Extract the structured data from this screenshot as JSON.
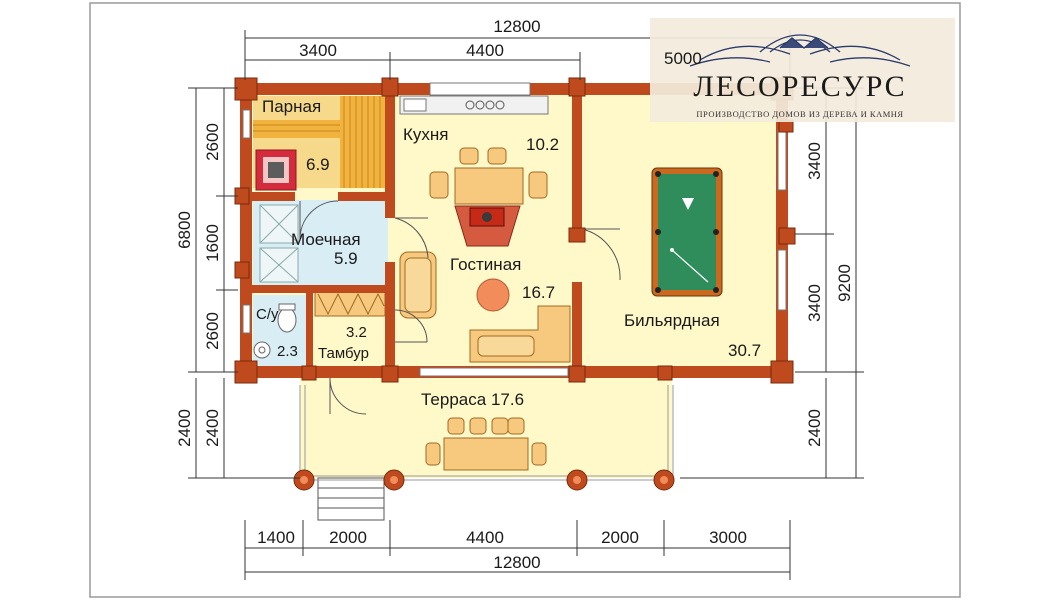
{
  "logo": {
    "brand": "ЛЕСОРЕСУРС",
    "tagline": "ПРОИЗВОДСТВО ДОМОВ ИЗ ДЕРЕВА И КАМНЯ",
    "logo_number": "5000"
  },
  "dimensions": {
    "top_total": "12800",
    "top_left": "3400",
    "top_mid": "4400",
    "left_total": "6800",
    "left_1": "2600",
    "left_2": "1600",
    "left_3": "2600",
    "left_outer_terrace": "2400",
    "left_inner_terrace": "2400",
    "right_total": "9200",
    "right_1": "3400",
    "right_2": "3400",
    "right_terrace": "2400",
    "bottom_1": "1400",
    "bottom_2": "2000",
    "bottom_3": "4400",
    "bottom_4": "2000",
    "bottom_5": "3000",
    "bottom_total": "12800"
  },
  "rooms": {
    "parnaya": {
      "name": "Парная",
      "area": "6.9"
    },
    "kuhnya": {
      "name": "Кухня",
      "area": "10.2"
    },
    "moechnaya": {
      "name": "Моечная",
      "area": "5.9"
    },
    "gostinaya": {
      "name": "Гостиная",
      "area": "16.7"
    },
    "su": {
      "name": "С/у",
      "area": "2.3"
    },
    "tambur": {
      "name": "Тамбур",
      "area": "3.2"
    },
    "bilyardnaya": {
      "name": "Бильярдная",
      "area": "30.7"
    },
    "terrasa": {
      "name": "Терраса",
      "area": "17.6"
    }
  },
  "colors": {
    "wall": "#bf4a1d",
    "floor": "#fff8c9",
    "wet_floor": "#d9edf4",
    "sauna_wood": "#f2b23e",
    "billiard_felt": "#2f8d5c",
    "furniture": "#f6c97e",
    "hearth": "#c62a16",
    "logo_band": "#f3ecdc"
  }
}
